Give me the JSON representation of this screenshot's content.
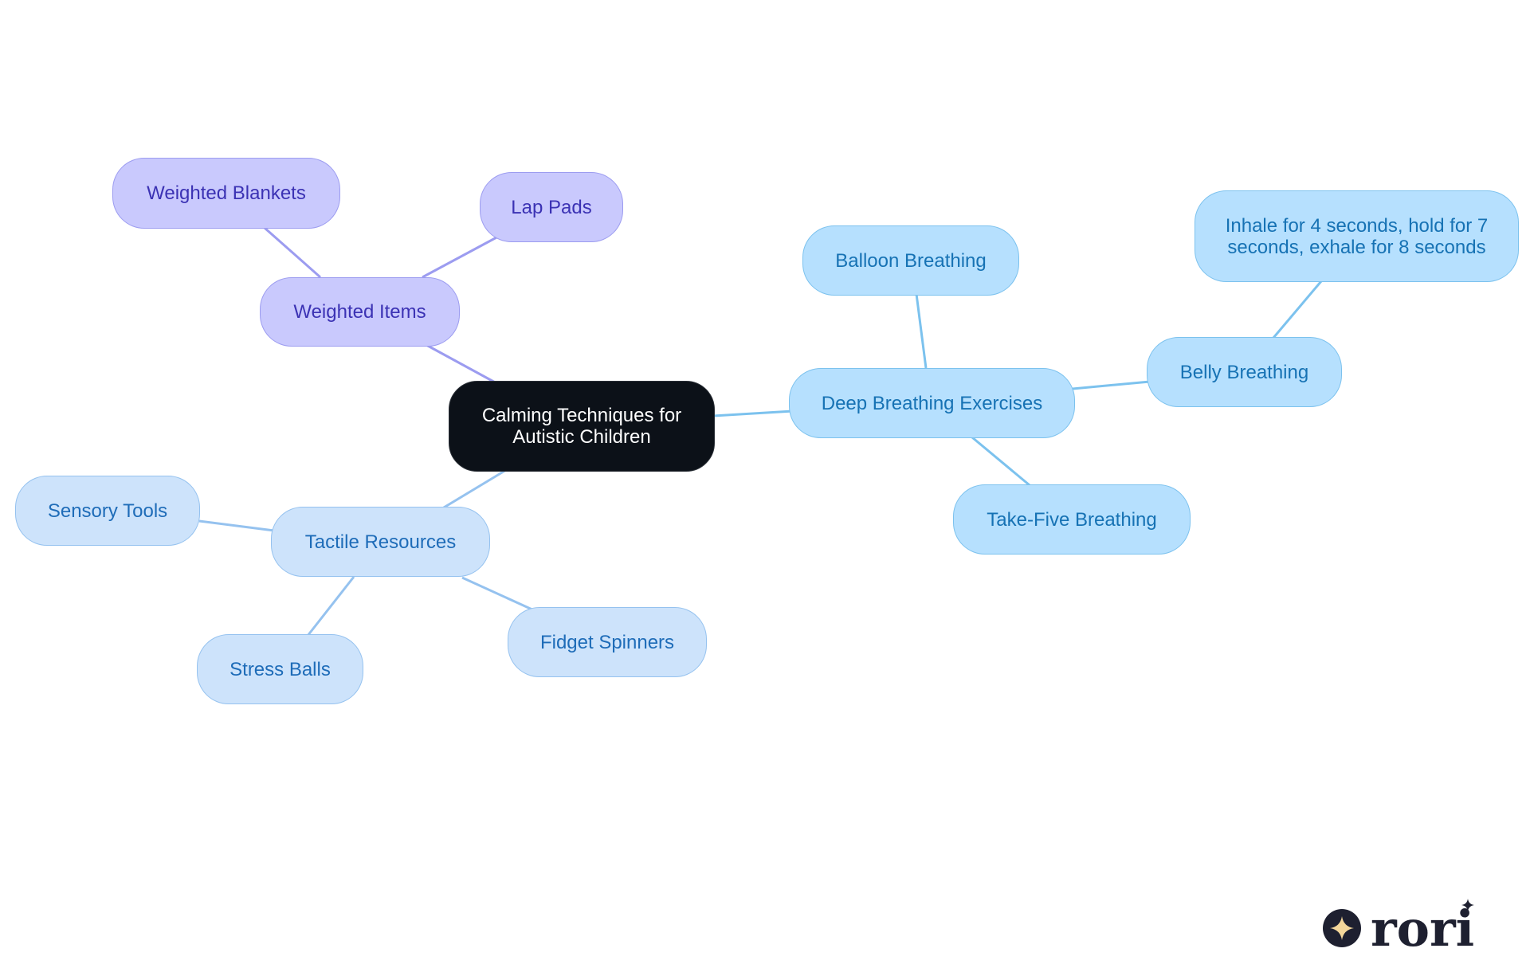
{
  "diagram": {
    "root": "Calming Techniques for Autistic Children",
    "weighted_items": "Weighted Items",
    "weighted_blankets": "Weighted Blankets",
    "lap_pads": "Lap Pads",
    "deep_breathing": "Deep Breathing Exercises",
    "balloon_breathing": "Balloon Breathing",
    "belly_breathing": "Belly Breathing",
    "inhale_hold_exhale": "Inhale for 4 seconds, hold for 7 seconds, exhale for 8 seconds",
    "take_five": "Take-Five Breathing",
    "tactile_resources": "Tactile Resources",
    "sensory_tools": "Sensory Tools",
    "stress_balls": "Stress Balls",
    "fidget_spinners": "Fidget Spinners"
  },
  "logo": {
    "text": "rori"
  },
  "colors": {
    "root_fill": "#0c1118",
    "purple_fill": "#c9c9fd",
    "purple_line": "#9c9cf0",
    "blue_fill": "#b6e0fe",
    "blue_line": "#7cc2ee",
    "lightblue_fill": "#cde3fb",
    "lightblue_line": "#95c2ef"
  }
}
